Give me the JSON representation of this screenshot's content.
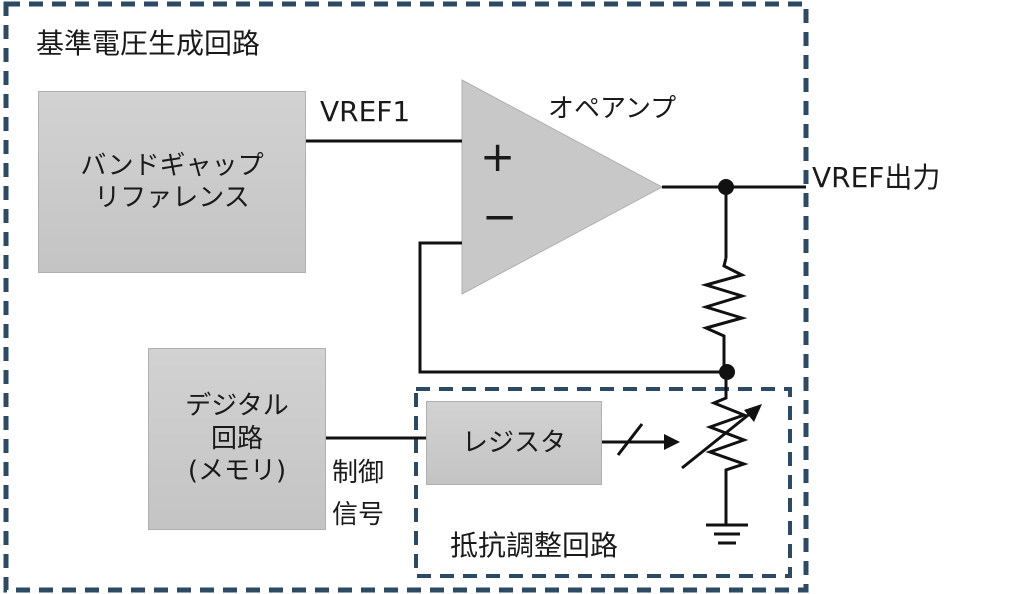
{
  "diagram": {
    "outer_title": "基準電圧生成回路",
    "inner_title": "抵抗調整回路",
    "blocks": {
      "bandgap": [
        "バンドギャップ",
        "リファレンス"
      ],
      "digital": [
        "デジタル",
        "回路",
        "(メモリ)"
      ],
      "register": "レジスタ"
    },
    "opamp": {
      "label": "オペアンプ",
      "plus": "+",
      "minus": "−"
    },
    "signals": {
      "vref1": "VREF1",
      "vref_out": "VREF出力",
      "control": [
        "制御",
        "信号"
      ]
    },
    "colors": {
      "dashed_border": "#2c4a63",
      "block_fill": "#cbcbcb",
      "wire": "#111111"
    }
  }
}
